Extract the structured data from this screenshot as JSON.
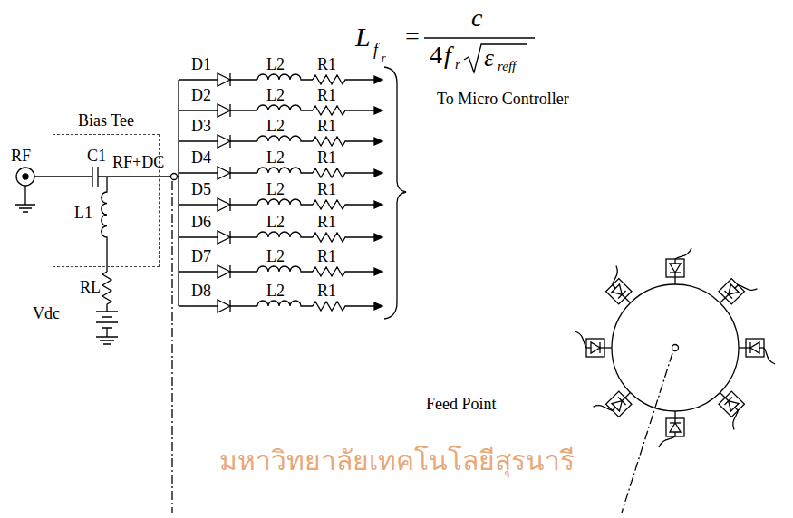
{
  "diagram": {
    "nodes": [
      {
        "text": [
          "Bias Tee"
        ]
      }
    ],
    "labels": [
      "L",
      "f",
      "r",
      "=",
      "c",
      "4",
      "f",
      "r",
      "ε",
      "reff",
      "RF",
      "C1",
      "RF+DC",
      "L1",
      "RL",
      "Vdc",
      "D1",
      "L2",
      "R1",
      "D2",
      "L2",
      "R1",
      "D3",
      "L2",
      "R1",
      "D4",
      "L2",
      "R1",
      "D5",
      "L2",
      "R1",
      "D6",
      "L2",
      "R1",
      "D7",
      "L2",
      "R1",
      "D8",
      "L2",
      "R1",
      "To Micro Controller",
      "Feed Point",
      "มหาวิทยาลัยเทคโนโลยีสุรนารี"
    ]
  }
}
